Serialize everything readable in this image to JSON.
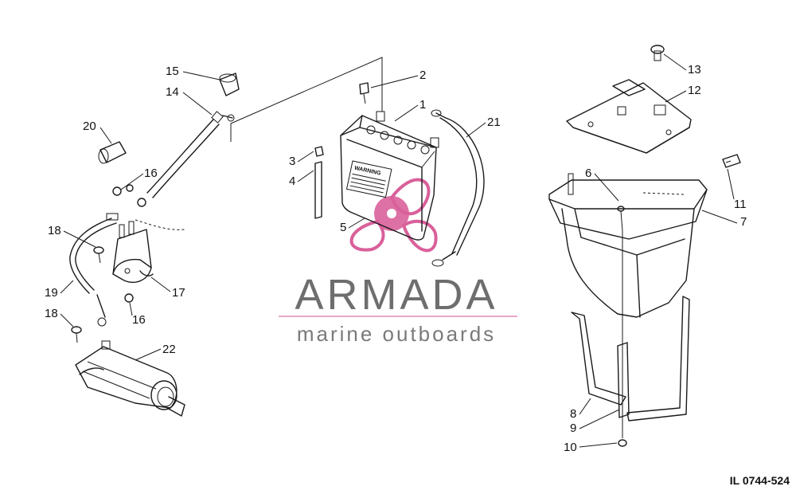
{
  "illustration_id": "IL 0744-524",
  "watermark": {
    "brand": "ARMADA",
    "tagline": "marine outboards",
    "accent_color": "#d9609a",
    "rule_color": "#e8a6c6"
  },
  "battery_label": "WARNING",
  "callouts": {
    "c1": "1",
    "c2": "2",
    "c3": "3",
    "c4": "4",
    "c5": "5",
    "c6": "6",
    "c7": "7",
    "c8": "8",
    "c9": "9",
    "c10": "10",
    "c11": "11",
    "c12": "12",
    "c13": "13",
    "c14": "14",
    "c15": "15",
    "c16a": "16",
    "c16b": "16",
    "c17": "17",
    "c18a": "18",
    "c18b": "18",
    "c19": "19",
    "c20": "20",
    "c21": "21",
    "c22": "22"
  }
}
